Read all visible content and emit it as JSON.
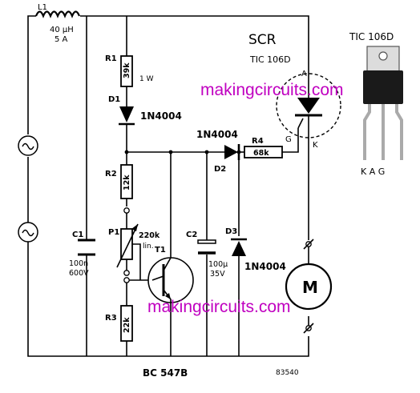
{
  "labels": {
    "scr": "SCR",
    "scr_part": "TIC 106D",
    "pkg_part": "TIC 106D",
    "pkg_pins": "K A G",
    "L1": "L1",
    "L1_val1": "40 µH",
    "L1_val2": "5 A",
    "R1": "R1",
    "R1_val": "39k",
    "R1_power": "1 W",
    "D1": "D1",
    "D1_part": "1N4004",
    "D2": "D2",
    "D2_part": "1N4004",
    "D3": "D3",
    "D3_part": "1N4004",
    "R2": "R2",
    "R2_val": "12k",
    "R4": "R4",
    "R4_val": "68k",
    "P1": "P1",
    "P1_val1": "220k",
    "P1_val2": "lin.",
    "C1": "C1",
    "C1_val1": "100n",
    "C1_val2": "600V",
    "C2": "C2",
    "C2_val1": "100µ",
    "C2_val2": "35V",
    "T1": "T1",
    "T1_part": "BC 547B",
    "R3": "R3",
    "R3_val": "22k",
    "motor": "M",
    "pin_A": "A",
    "pin_G": "G",
    "pin_K": "K",
    "code": "83540"
  },
  "watermarks": {
    "top": "makingcircuits.com",
    "bottom": "makingcircuits.com",
    "color": "#c000c0"
  },
  "colors": {
    "ink": "#000000",
    "background": "#ffffff"
  }
}
